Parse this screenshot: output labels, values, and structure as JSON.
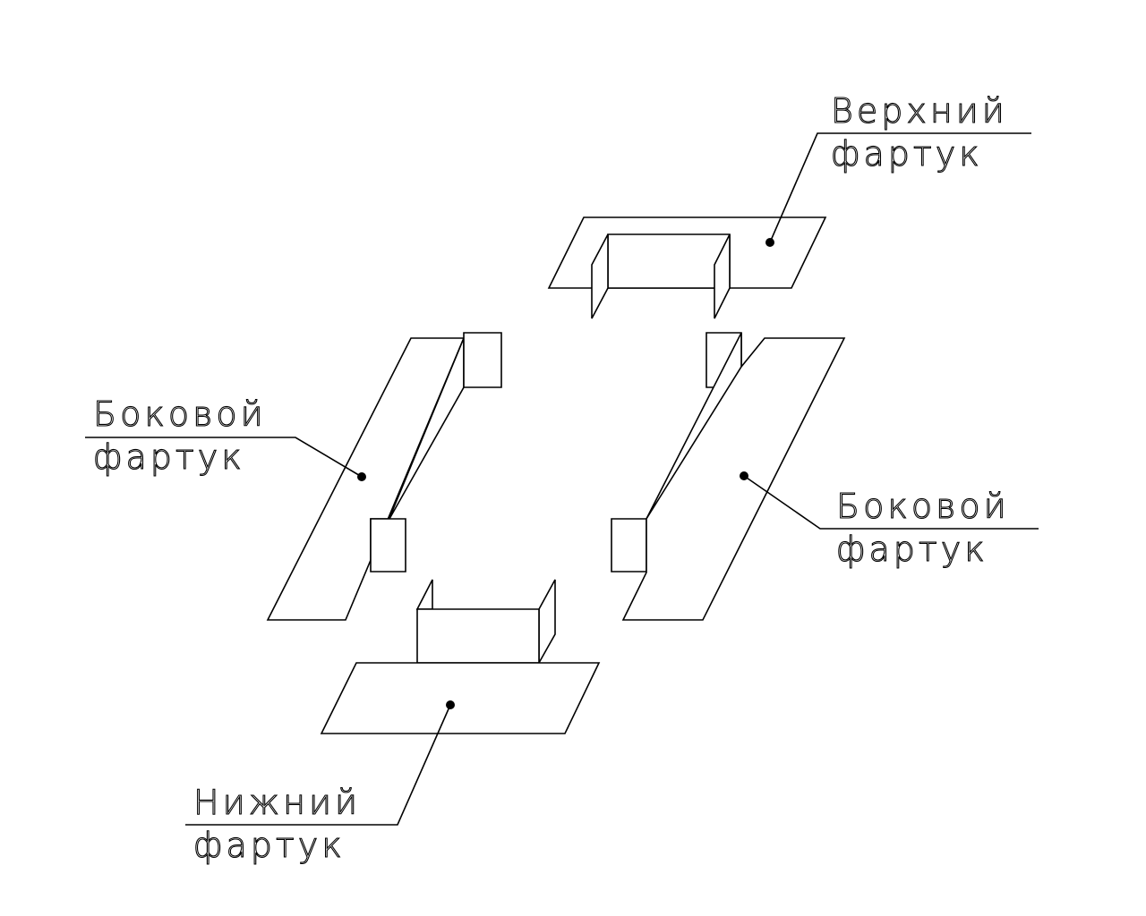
{
  "labels": {
    "top": {
      "line1": "Верхний",
      "line2": "фартук"
    },
    "left": {
      "line1": "Боковой",
      "line2": "фартук"
    },
    "right": {
      "line1": "Боковой",
      "line2": "фартук"
    },
    "bottom": {
      "line1": "Нижний",
      "line2": "фартук"
    }
  }
}
